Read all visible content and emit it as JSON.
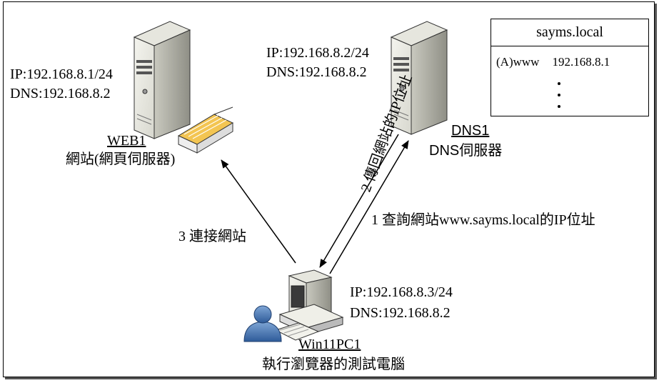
{
  "web_server": {
    "ip": "IP:192.168.8.1/24",
    "dns": "DNS:192.168.8.2",
    "name": "WEB1",
    "role": "網站(網頁伺服器)"
  },
  "dns_server": {
    "ip": "IP:192.168.8.2/24",
    "dns": "DNS:192.168.8.2",
    "name": "DNS1",
    "role": "DNS伺服器"
  },
  "zone_table": {
    "title": "sayms.local",
    "record_type": "(A)www",
    "record_ip": "192.168.8.1"
  },
  "client": {
    "ip": "IP:192.168.8.3/24",
    "dns": "DNS:192.168.8.2",
    "name": "Win11PC1",
    "role": "執行瀏覽器的測試電腦"
  },
  "steps": {
    "step1": "1 查詢網站www.sayms.local的IP位址",
    "step2": "2 傳回網站的IP位址",
    "step3": "3 連接網站"
  }
}
